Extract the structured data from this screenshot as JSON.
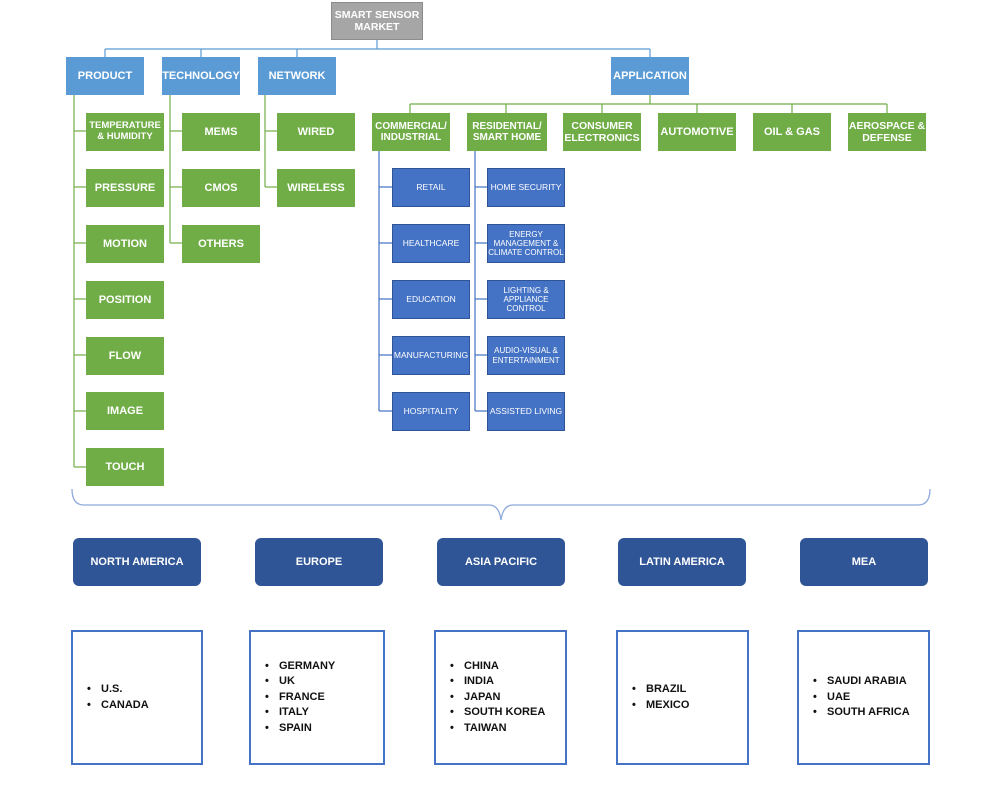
{
  "root": "SMART SENSOR MARKET",
  "categories": {
    "product": "PRODUCT",
    "technology": "TECHNOLOGY",
    "network": "NETWORK",
    "application": "APPLICATION"
  },
  "product_items": [
    "TEMPERATURE & HUMIDITY",
    "PRESSURE",
    "MOTION",
    "POSITION",
    "FLOW",
    "IMAGE",
    "TOUCH"
  ],
  "technology_items": [
    "MEMS",
    "CMOS",
    "OTHERS"
  ],
  "network_items": [
    "WIRED",
    "WIRELESS"
  ],
  "application_items": [
    "COMMERCIAL/ INDUSTRIAL",
    "RESIDENTIAL/ SMART HOME",
    "CONSUMER ELECTRONICS",
    "AUTOMOTIVE",
    "OIL & GAS",
    "AEROSPACE & DEFENSE"
  ],
  "commercial_items": [
    "RETAIL",
    "HEALTHCARE",
    "EDUCATION",
    "MANUFACTURING",
    "HOSPITALITY"
  ],
  "residential_items": [
    "HOME SECURITY",
    "ENERGY MANAGEMENT & CLIMATE CONTROL",
    "LIGHTING & APPLIANCE CONTROL",
    "AUDIO-VISUAL & ENTERTAINMENT",
    "ASSISTED LIVING"
  ],
  "regions": [
    {
      "name": "NORTH AMERICA",
      "countries": [
        "U.S.",
        "CANADA"
      ]
    },
    {
      "name": "EUROPE",
      "countries": [
        "GERMANY",
        "UK",
        "FRANCE",
        "ITALY",
        "SPAIN"
      ]
    },
    {
      "name": "ASIA PACIFIC",
      "countries": [
        "CHINA",
        "INDIA",
        "JAPAN",
        "SOUTH KOREA",
        "TAIWAN"
      ]
    },
    {
      "name": "LATIN AMERICA",
      "countries": [
        "BRAZIL",
        "MEXICO"
      ]
    },
    {
      "name": "MEA",
      "countries": [
        "SAUDI ARABIA",
        "UAE",
        "SOUTH AFRICA"
      ]
    }
  ],
  "colors": {
    "root": "#a6a6a6",
    "category": "#5b9bd5",
    "leaf": "#70ad47",
    "subleaf": "#4472c4",
    "region": "#2f5597",
    "connector": "#5b9bd5"
  }
}
